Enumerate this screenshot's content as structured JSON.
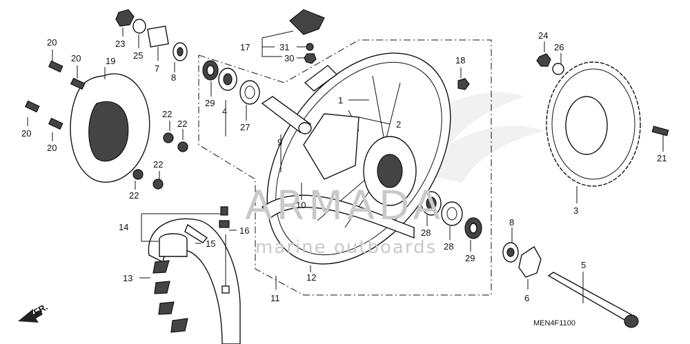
{
  "diagram": {
    "diagram_code": "MEN4F1100",
    "front_indicator": "FR.",
    "watermark": {
      "line1": "ARMADA",
      "line2": "marine outboards"
    },
    "part_labels": [
      "1",
      "2",
      "3",
      "4",
      "5",
      "6",
      "7",
      "8",
      "8",
      "9",
      "10",
      "11",
      "12",
      "13",
      "14",
      "15",
      "16",
      "17",
      "18",
      "19",
      "20",
      "20",
      "20",
      "20",
      "21",
      "22",
      "22",
      "22",
      "22",
      "23",
      "24",
      "25",
      "26",
      "27",
      "28",
      "28",
      "29",
      "29",
      "30",
      "31"
    ]
  }
}
